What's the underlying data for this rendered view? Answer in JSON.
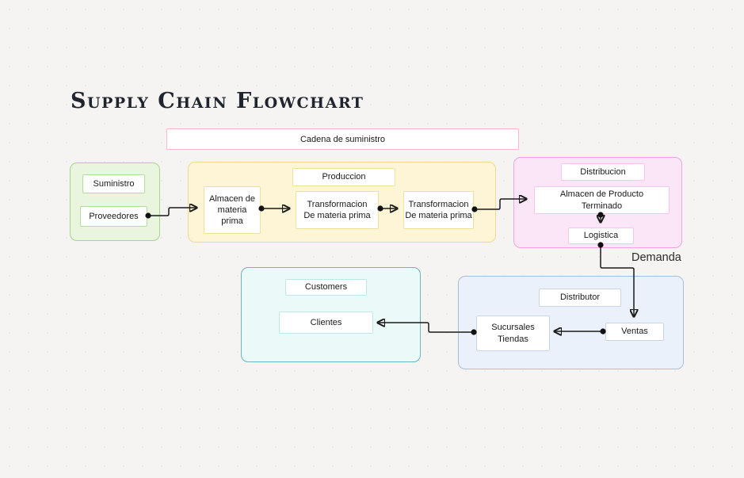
{
  "title": "Supply Chain Flowchart",
  "banner": "Cadena de suministro",
  "labels": {
    "suministro": "Suministro",
    "proveedores": "Proveedores",
    "almacen_materia_prima": "Almacen de\nmateria\nprima",
    "produccion": "Produccion",
    "transformacion_1": "Transformacion\nDe materia prima",
    "transformacion_2": "Transformacion\nDe materia prima",
    "distribucion": "Distribucion",
    "almacen_producto_terminado": "Almacen de Producto\nTerminado",
    "logistica": "Logistica",
    "demanda": "Demanda",
    "customers": "Customers",
    "clientes": "Clientes",
    "distributor": "Distributor",
    "sucursales_tiendas": "Sucursales\nTiendas",
    "ventas": "Ventas"
  },
  "colors": {
    "background": "#f5f4f2",
    "connector_line": "#1a1a1a",
    "banner_border": "#f2bcca",
    "green_fill": "#e9f5de",
    "green_border": "#a9d689",
    "yellow_fill": "#fdf5d6",
    "yellow_border": "#f0db8e",
    "pink_fill": "#fae6f6",
    "pink_border": "#eba6dd",
    "cyan_fill": "#ecf9f9",
    "cyan_border": "#6cb5bf",
    "blue_fill": "#ebf1fa",
    "blue_border": "#a9bfd9"
  }
}
